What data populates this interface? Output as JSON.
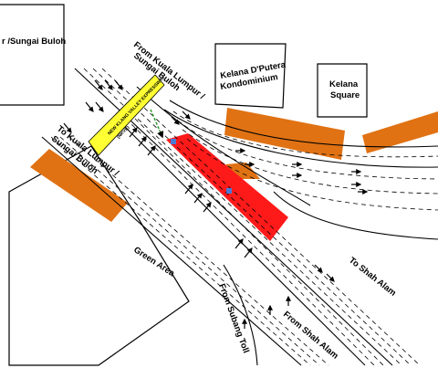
{
  "labels": {
    "top_left_box": "r /Sungai Buloh",
    "from_kl_1": "From Kuala Lumpur /",
    "from_kl_2": "Sungai Buloh",
    "to_kl_1": "To Kuala Lumpur /",
    "to_kl_2": "Sungai Buloh",
    "kelana_dputera_1": "Kelana D'Putera",
    "kelana_dputera_2": "Kondominium",
    "kelana_square_1": "Kelana",
    "kelana_square_2": "Square",
    "green_area": "Green Area",
    "to_shah_alam": "To Shah Alam",
    "from_subang_toll": "From Subang Toll",
    "from_shah_alam": "From Shah Alam",
    "nkve_1": "NEW KLANG VALLEY EXPRESSWAY",
    "nkve_2": "(NKVE)"
  },
  "colors": {
    "building": "#e07214",
    "site": "#ff1a1a",
    "nkve_band": "#ffff33",
    "line": "#000000",
    "marker_green": "#2a9d2a",
    "marker_blue": "#4a7bd6"
  }
}
